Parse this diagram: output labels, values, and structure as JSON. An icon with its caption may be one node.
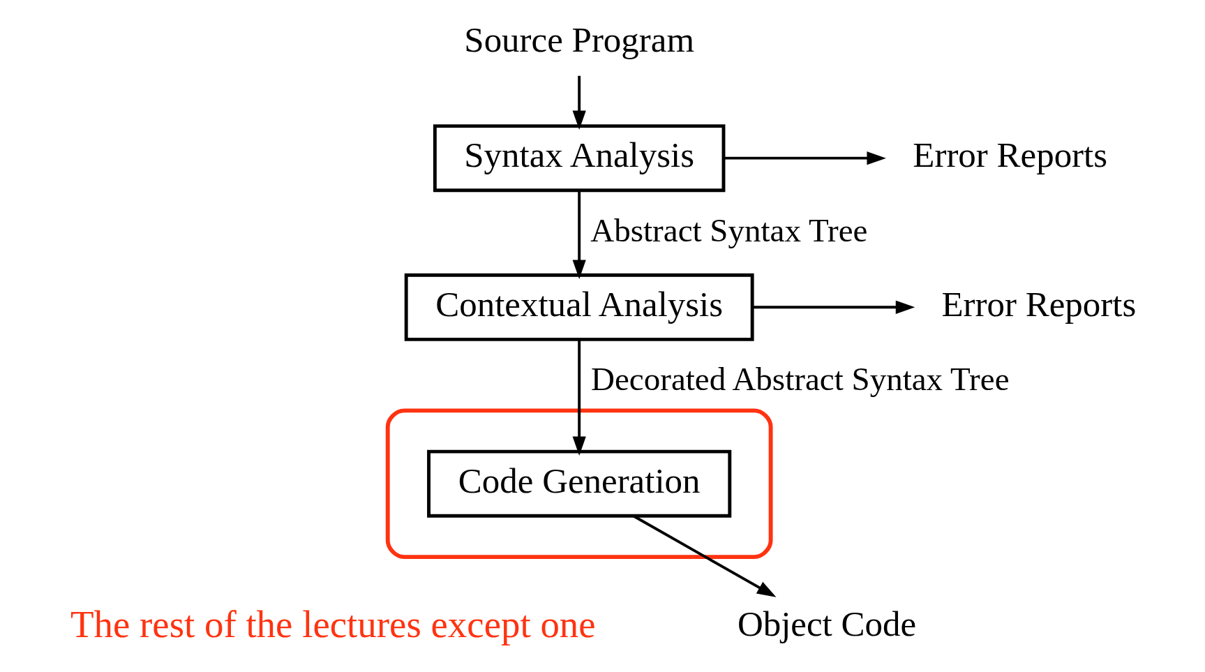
{
  "diagram": {
    "nodes": [
      {
        "text": [
          "Source Program"
        ]
      },
      {
        "text": [
          "Syntax Analysis"
        ]
      },
      {
        "text": [
          "Error Reports"
        ]
      },
      {
        "text": [
          "Contextual Analysis"
        ]
      },
      {
        "text": [
          "Error Reports"
        ]
      },
      {
        "text": [],
        "shape": "ellipse",
        "beside": [
          "The rest of the lectures except one"
        ]
      },
      {
        "text": [
          "Code Generation"
        ],
        "in": 5
      },
      {
        "text": [
          "Object Code"
        ]
      }
    ],
    "edges": [
      {
        "from": 0,
        "to": 1,
        "arrow": "to"
      },
      {
        "from": 1,
        "to": 2,
        "arrow": "to"
      },
      {
        "from": 1,
        "to": 3,
        "arrow": "to",
        "label": "Abstract Syntax Tree"
      },
      {
        "from": 3,
        "to": 4,
        "arrow": "to"
      },
      {
        "from": 3,
        "to": 6,
        "arrow": "to",
        "label": "Decorated Abstract Syntax Tree"
      },
      {
        "from": 6,
        "to": 7,
        "arrow": "to"
      }
    ]
  }
}
